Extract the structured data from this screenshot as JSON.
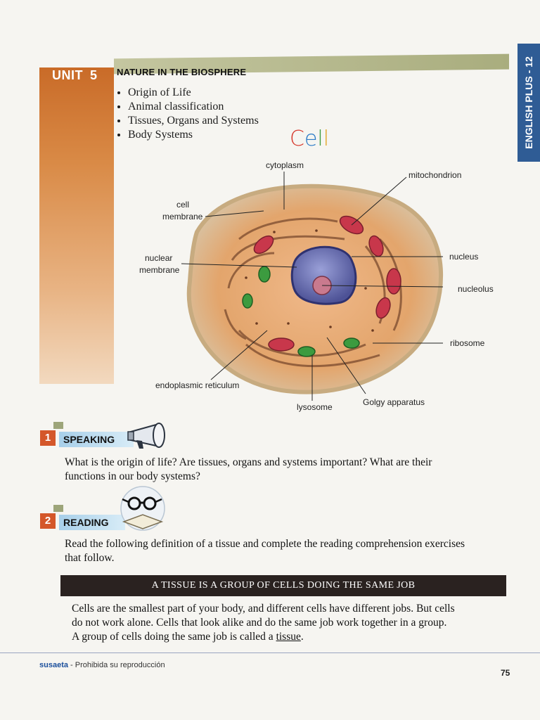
{
  "header": {
    "unit_label": "UNIT",
    "unit_number": "5",
    "topic": "NATURE IN THE BIOSPHERE",
    "side_tab": "ENGLISH PLUS - 12"
  },
  "topics": [
    "Origin of Life",
    "Animal classification",
    "Tissues, Organs and Systems",
    "Body Systems"
  ],
  "diagram": {
    "title_letters": [
      "C",
      "e",
      "l",
      "l"
    ],
    "labels": {
      "cytoplasm": "cytoplasm",
      "mitochondrion": "mitochondrion",
      "cell_membrane_1": "cell",
      "cell_membrane_2": "membrane",
      "nuclear_membrane_1": "nuclear",
      "nuclear_membrane_2": "membrane",
      "nucleus": "nucleus",
      "nucleolus": "nucleolus",
      "ribosome": "ribosome",
      "endoplasmic_reticulum": "endoplasmic reticulum",
      "lysosome": "lysosome",
      "golgy_apparatus": "Golgy apparatus"
    },
    "colors": {
      "cytoplasm": "#e3a56c",
      "membrane": "#d9b98a",
      "nucleus": "#6a6fb0",
      "mitochondria": "#c8374b",
      "lysosome": "#3c9b3f"
    }
  },
  "speaking": {
    "number": "1",
    "label": "SPEAKING",
    "text_line1": "What is the origin of life?  Are tissues, organs and systems important?  What are their",
    "text_line2": "functions in our body systems?"
  },
  "reading": {
    "number": "2",
    "label": "READING",
    "text_line1": "Read the following definition of a tissue and complete the reading comprehension exercises",
    "text_line2": "that follow."
  },
  "definition": {
    "heading": "A TISSUE IS A GROUP OF CELLS DOING THE SAME JOB",
    "line1": "Cells are the smallest part of your body, and different cells have different jobs.  But cells",
    "line2": "do not work alone.  Cells that look alike and do the same job work together in a group.",
    "line3_pre": "A group of cells doing the same job is called a ",
    "line3_term": "tissue",
    "line3_post": "."
  },
  "footer": {
    "brand": "susaeta",
    "note": " - Prohibida su reproducción",
    "page": "75"
  }
}
